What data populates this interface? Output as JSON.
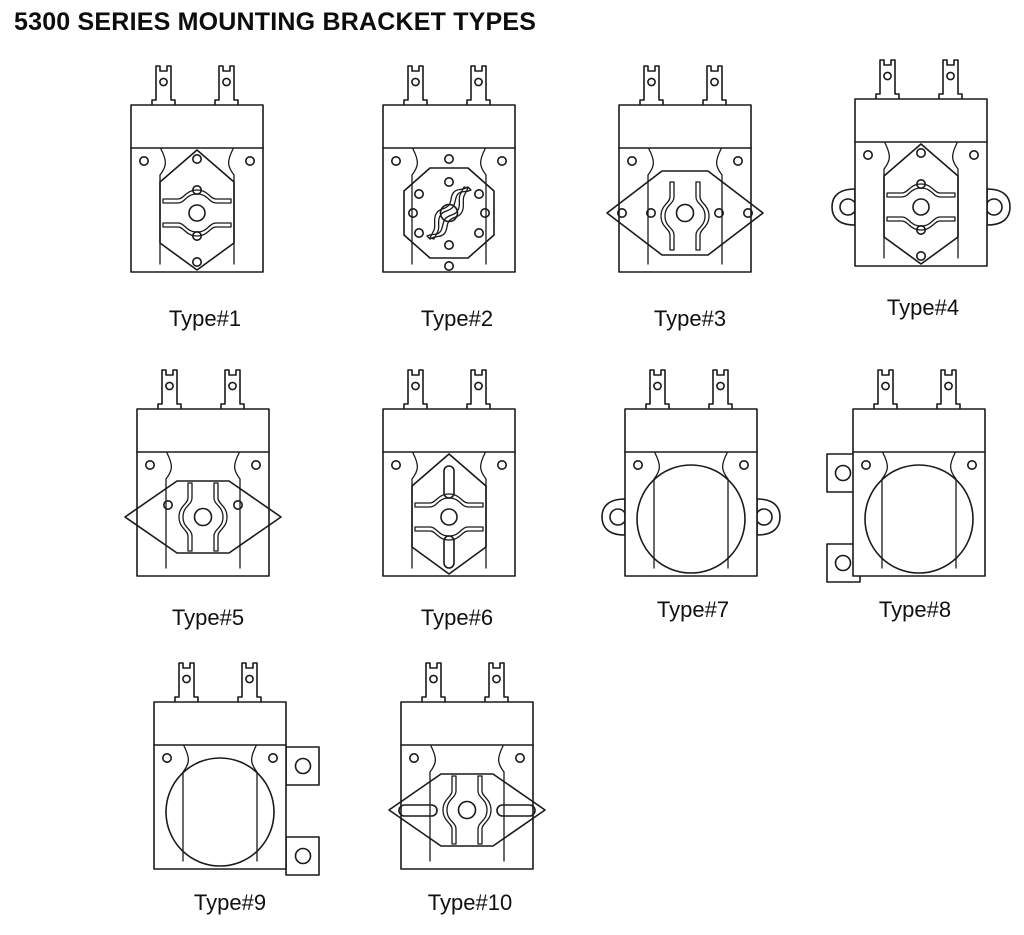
{
  "page": {
    "title": "5300 SERIES MOUNTING BRACKET TYPES",
    "background_color": "#ffffff",
    "line_color": "#1a1a1a",
    "text_color": "#111111"
  },
  "brackets": [
    {
      "id": "type-1",
      "label": "Type#1",
      "plate_shape": "hexagon-diamond",
      "center_hole": true,
      "slot_style": "horizontal-wave-pair",
      "side_ears": "none",
      "body_holes": 3,
      "plate_holes": 3,
      "terminals": 2
    },
    {
      "id": "type-2",
      "label": "Type#2",
      "plate_shape": "octagon",
      "center_hole": true,
      "slot_style": "rotational-s-curve-pair",
      "side_ears": "none",
      "body_holes": 4,
      "plate_holes": 8,
      "terminals": 2
    },
    {
      "id": "type-3",
      "label": "Type#3",
      "plate_shape": "wide-hexagon",
      "center_hole": true,
      "slot_style": "vertical-wave-pair",
      "side_ears": "none",
      "body_holes": 2,
      "plate_holes": 4,
      "terminals": 2
    },
    {
      "id": "type-4",
      "label": "Type#4",
      "plate_shape": "hexagon-diamond",
      "center_hole": true,
      "slot_style": "horizontal-wave-pair",
      "side_ears": "oval",
      "body_holes": 2,
      "plate_holes": 3,
      "terminals": 2
    },
    {
      "id": "type-5",
      "label": "Type#5",
      "plate_shape": "wide-diamond",
      "center_hole": true,
      "slot_style": "vertical-wave-pair",
      "side_ears": "none",
      "body_holes": 2,
      "plate_holes": 2,
      "terminals": 2
    },
    {
      "id": "type-6",
      "label": "Type#6",
      "plate_shape": "hexagon-diamond",
      "center_hole": true,
      "slot_style": "horizontal-wave-pair-with-vertical-slots",
      "side_ears": "none",
      "body_holes": 2,
      "plate_holes": 0,
      "terminals": 2
    },
    {
      "id": "type-7",
      "label": "Type#7",
      "plate_shape": "rounded-circle",
      "center_hole": false,
      "slot_style": "none",
      "side_ears": "oval",
      "body_holes": 2,
      "plate_holes": 0,
      "terminals": 2
    },
    {
      "id": "type-8",
      "label": "Type#8",
      "plate_shape": "rounded-circle",
      "center_hole": false,
      "slot_style": "none",
      "side_ears": "square-left",
      "body_holes": 2,
      "plate_holes": 0,
      "terminals": 2
    },
    {
      "id": "type-9",
      "label": "Type#9",
      "plate_shape": "rounded-circle",
      "center_hole": false,
      "slot_style": "none",
      "side_ears": "square-right",
      "body_holes": 2,
      "plate_holes": 0,
      "terminals": 2
    },
    {
      "id": "type-10",
      "label": "Type#10",
      "plate_shape": "wide-diamond",
      "center_hole": true,
      "slot_style": "vertical-wave-pair-with-horizontal-slots",
      "side_ears": "none",
      "body_holes": 2,
      "plate_holes": 0,
      "terminals": 2
    }
  ]
}
